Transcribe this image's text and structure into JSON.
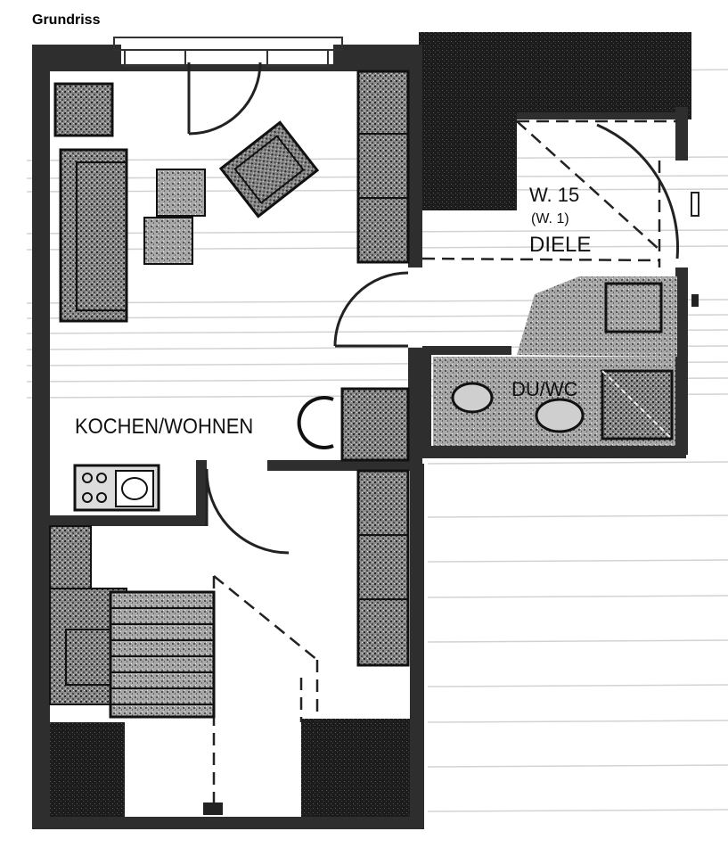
{
  "page": {
    "title": "Grundriss"
  },
  "plan": {
    "rooms": [
      {
        "id": "kochen-wohnen",
        "label": "KOCHEN/WOHNEN"
      },
      {
        "id": "diele",
        "unit": "W. 15",
        "sub": "(W. 1)",
        "label": "DIELE"
      },
      {
        "id": "du-wc",
        "label": "DU/WC"
      }
    ],
    "colors": {
      "wall": "#3a3a3a",
      "dark_fill": "#1e1e1e",
      "furniture": "#7a7a7a",
      "scan_noise": "#b5b5b5"
    }
  }
}
